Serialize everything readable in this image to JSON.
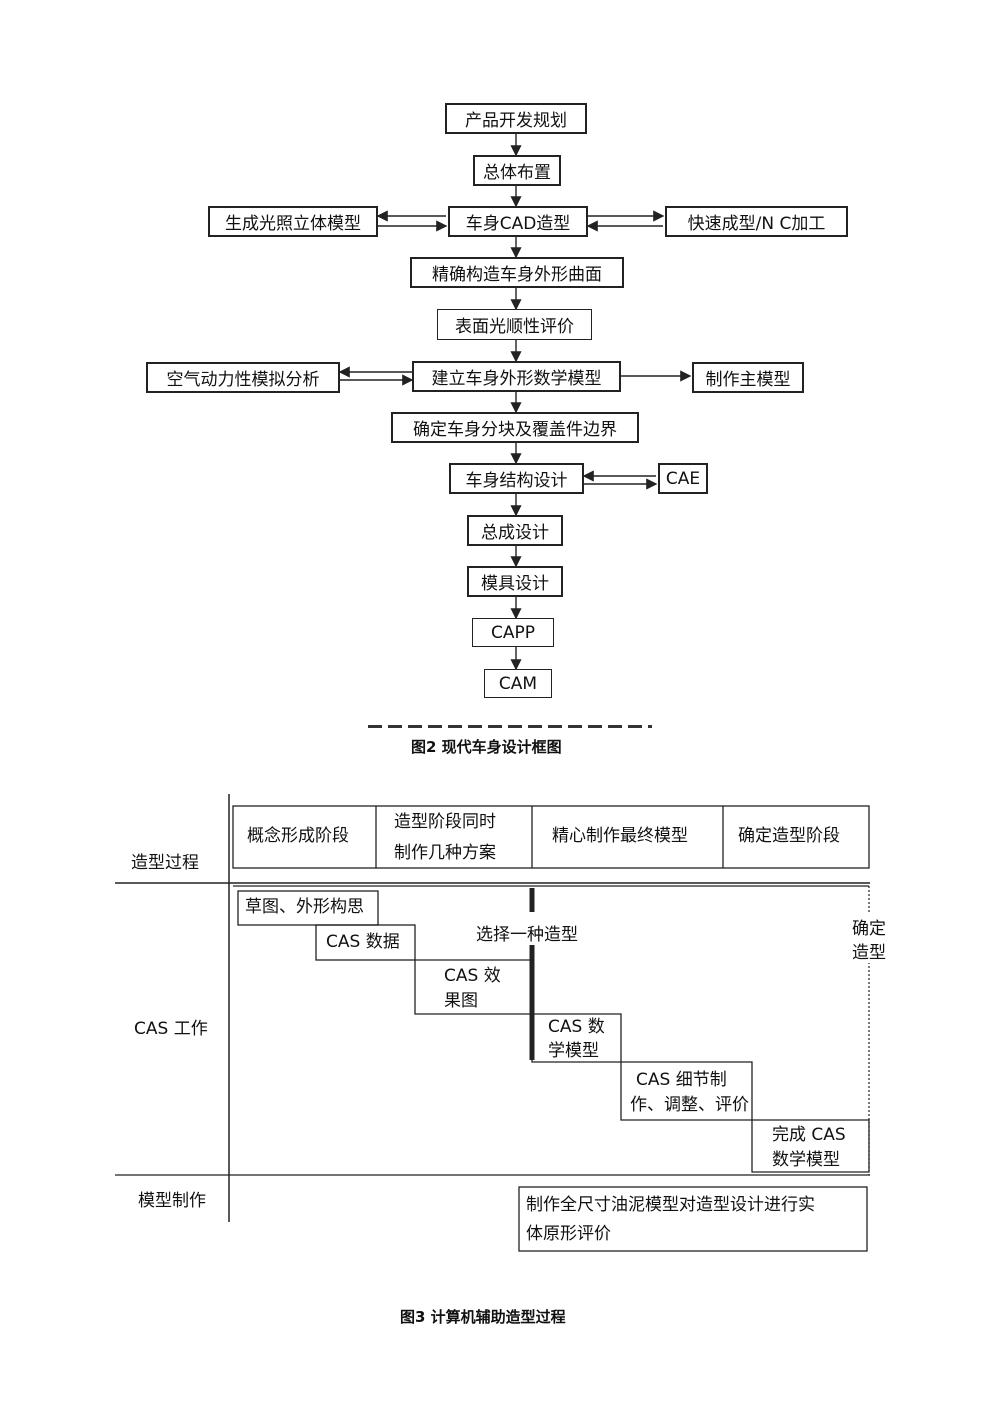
{
  "figure2": {
    "boxes": {
      "planning": "产品开发规划",
      "layout": "总体布置",
      "cad": "车身CAD造型",
      "light_model": "生成光照立体模型",
      "rapid": "快速成型/N C加工",
      "surface": "精确构造车身外形曲面",
      "smoothness": "表面光顺性评价",
      "aero": "空气动力性模拟分析",
      "math_model": "建立车身外形数学模型",
      "master_model": "制作主模型",
      "panels": "确定车身分块及覆盖件边界",
      "structure": "车身结构设计",
      "cae": "CAE",
      "assembly": "总成设计",
      "mold": "模具设计",
      "capp": "CAPP",
      "cam": "CAM"
    },
    "caption": "图2  现代车身设计框图"
  },
  "figure3": {
    "row_labels": {
      "styling_process": "造型过程",
      "cas_work": "CAS 工作",
      "model_making": "模型制作"
    },
    "stages": {
      "s1": "概念形成阶段",
      "s2_line1": "造型阶段同时",
      "s2_line2": "制作几种方案",
      "s3": "精心制作最终模型",
      "s4": "确定造型阶段"
    },
    "steps": {
      "sketch": "草图、外形构思",
      "cas_data": "CAS 数据",
      "cas_effect_l1": "CAS 效",
      "cas_effect_l2": "果图",
      "cas_math_l1": "CAS 数",
      "cas_math_l2": "学模型",
      "cas_detail_l1": "CAS 细节制",
      "cas_detail_l2": "作、调整、评价",
      "complete_l1": "完成 CAS",
      "complete_l2": "数学模型"
    },
    "select_text": "选择一种造型",
    "confirm_l1": "确定",
    "confirm_l2": "造型",
    "clay_l1": "制作全尺寸油泥模型对造型设计进行实",
    "clay_l2": "体原形评价",
    "caption": "图3  计算机辅助造型过程"
  }
}
